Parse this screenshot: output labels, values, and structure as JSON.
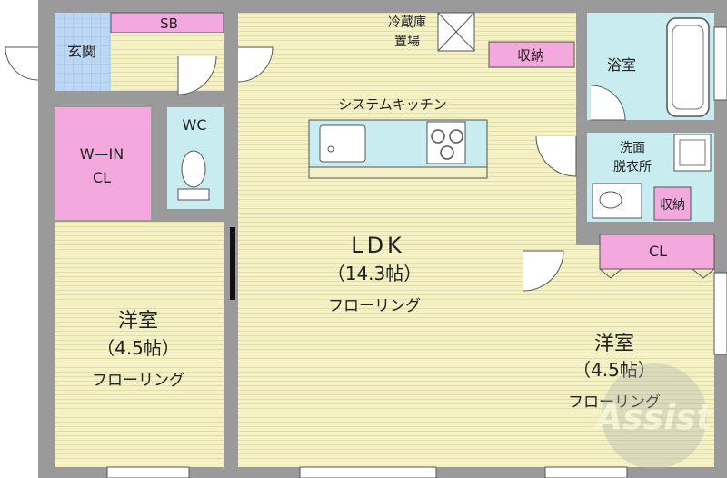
{
  "colors": {
    "wall": "#9a9a9a",
    "flooring": "#f3f1c5",
    "wet_area": "#c9ecf1",
    "storage": "#f3a9dd",
    "entrance": "#bcd6f3",
    "white": "#ffffff",
    "line": "#555555"
  },
  "labels": {
    "sb": "SB",
    "genkan": "玄関",
    "wc": "WC",
    "walkin_l1": "W—IN",
    "walkin_l2": "CL",
    "fridge_l1": "冷蔵庫",
    "fridge_l2": "置場",
    "storage_top": "収納",
    "bath": "浴室",
    "washroom_l1": "洗面",
    "washroom_l2": "脱衣所",
    "storage_wash": "収納",
    "system_kitchen": "システムキッチン",
    "ldk_name": "LDK",
    "ldk_size": "（14.3帖）",
    "ldk_floor": "フローリング",
    "cl_right": "CL",
    "left_room_name": "洋室",
    "left_room_size": "（4.5帖）",
    "left_room_floor": "フローリング",
    "right_room_name": "洋室",
    "right_room_size": "（4.5帖）",
    "right_room_floor": "フローリング",
    "watermark": "Assist"
  }
}
